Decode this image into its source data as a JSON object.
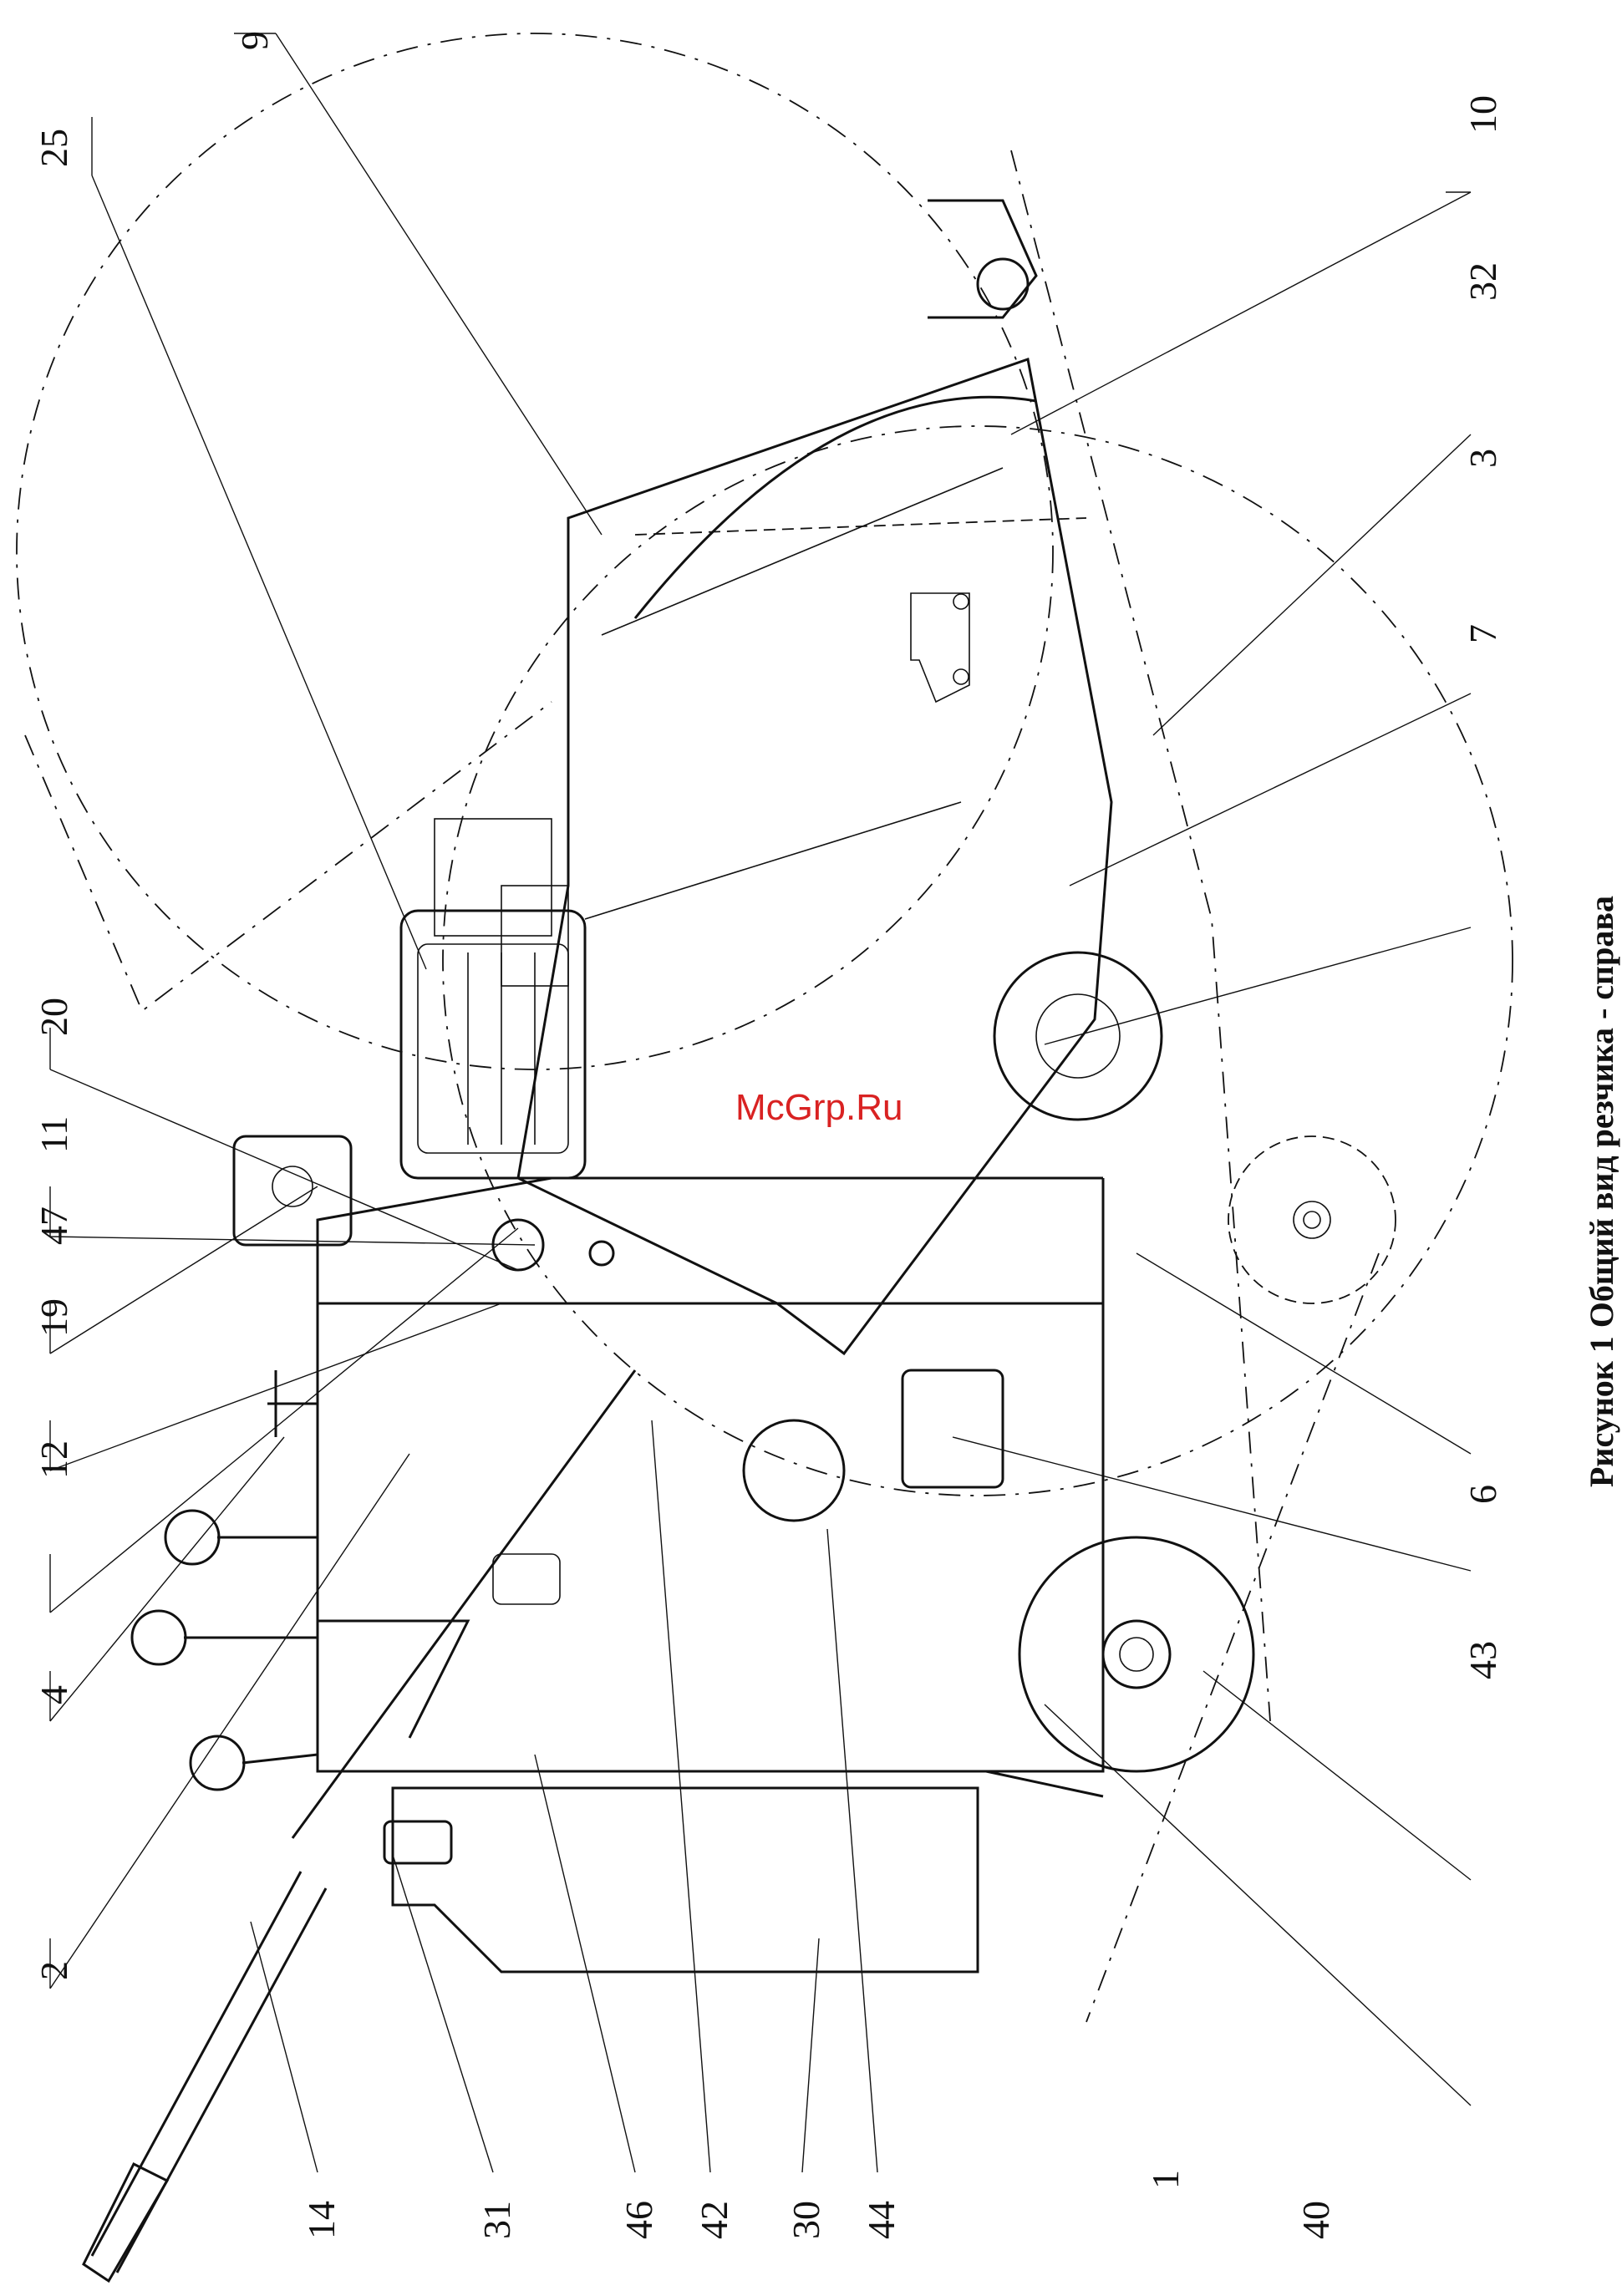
{
  "caption": "Рисунок 1   Общий вид резчика - справа",
  "watermark": "McGrp.Ru",
  "part_labels": {
    "p25": "25",
    "p9": "9",
    "p10": "10",
    "p32": "32",
    "p3": "3",
    "p7": "7",
    "p20": "20",
    "p11": "11",
    "p47": "47",
    "p19": "19",
    "p12": "12",
    "p6": "6",
    "p43": "43",
    "p4": "4",
    "p2": "2",
    "p14": "14",
    "p31": "31",
    "p46": "46",
    "p42": "42",
    "p30": "30",
    "p44": "44",
    "p1": "1",
    "p40": "40"
  },
  "colors": {
    "line": "#111111",
    "watermark": "#d92222",
    "background": "#ffffff"
  }
}
